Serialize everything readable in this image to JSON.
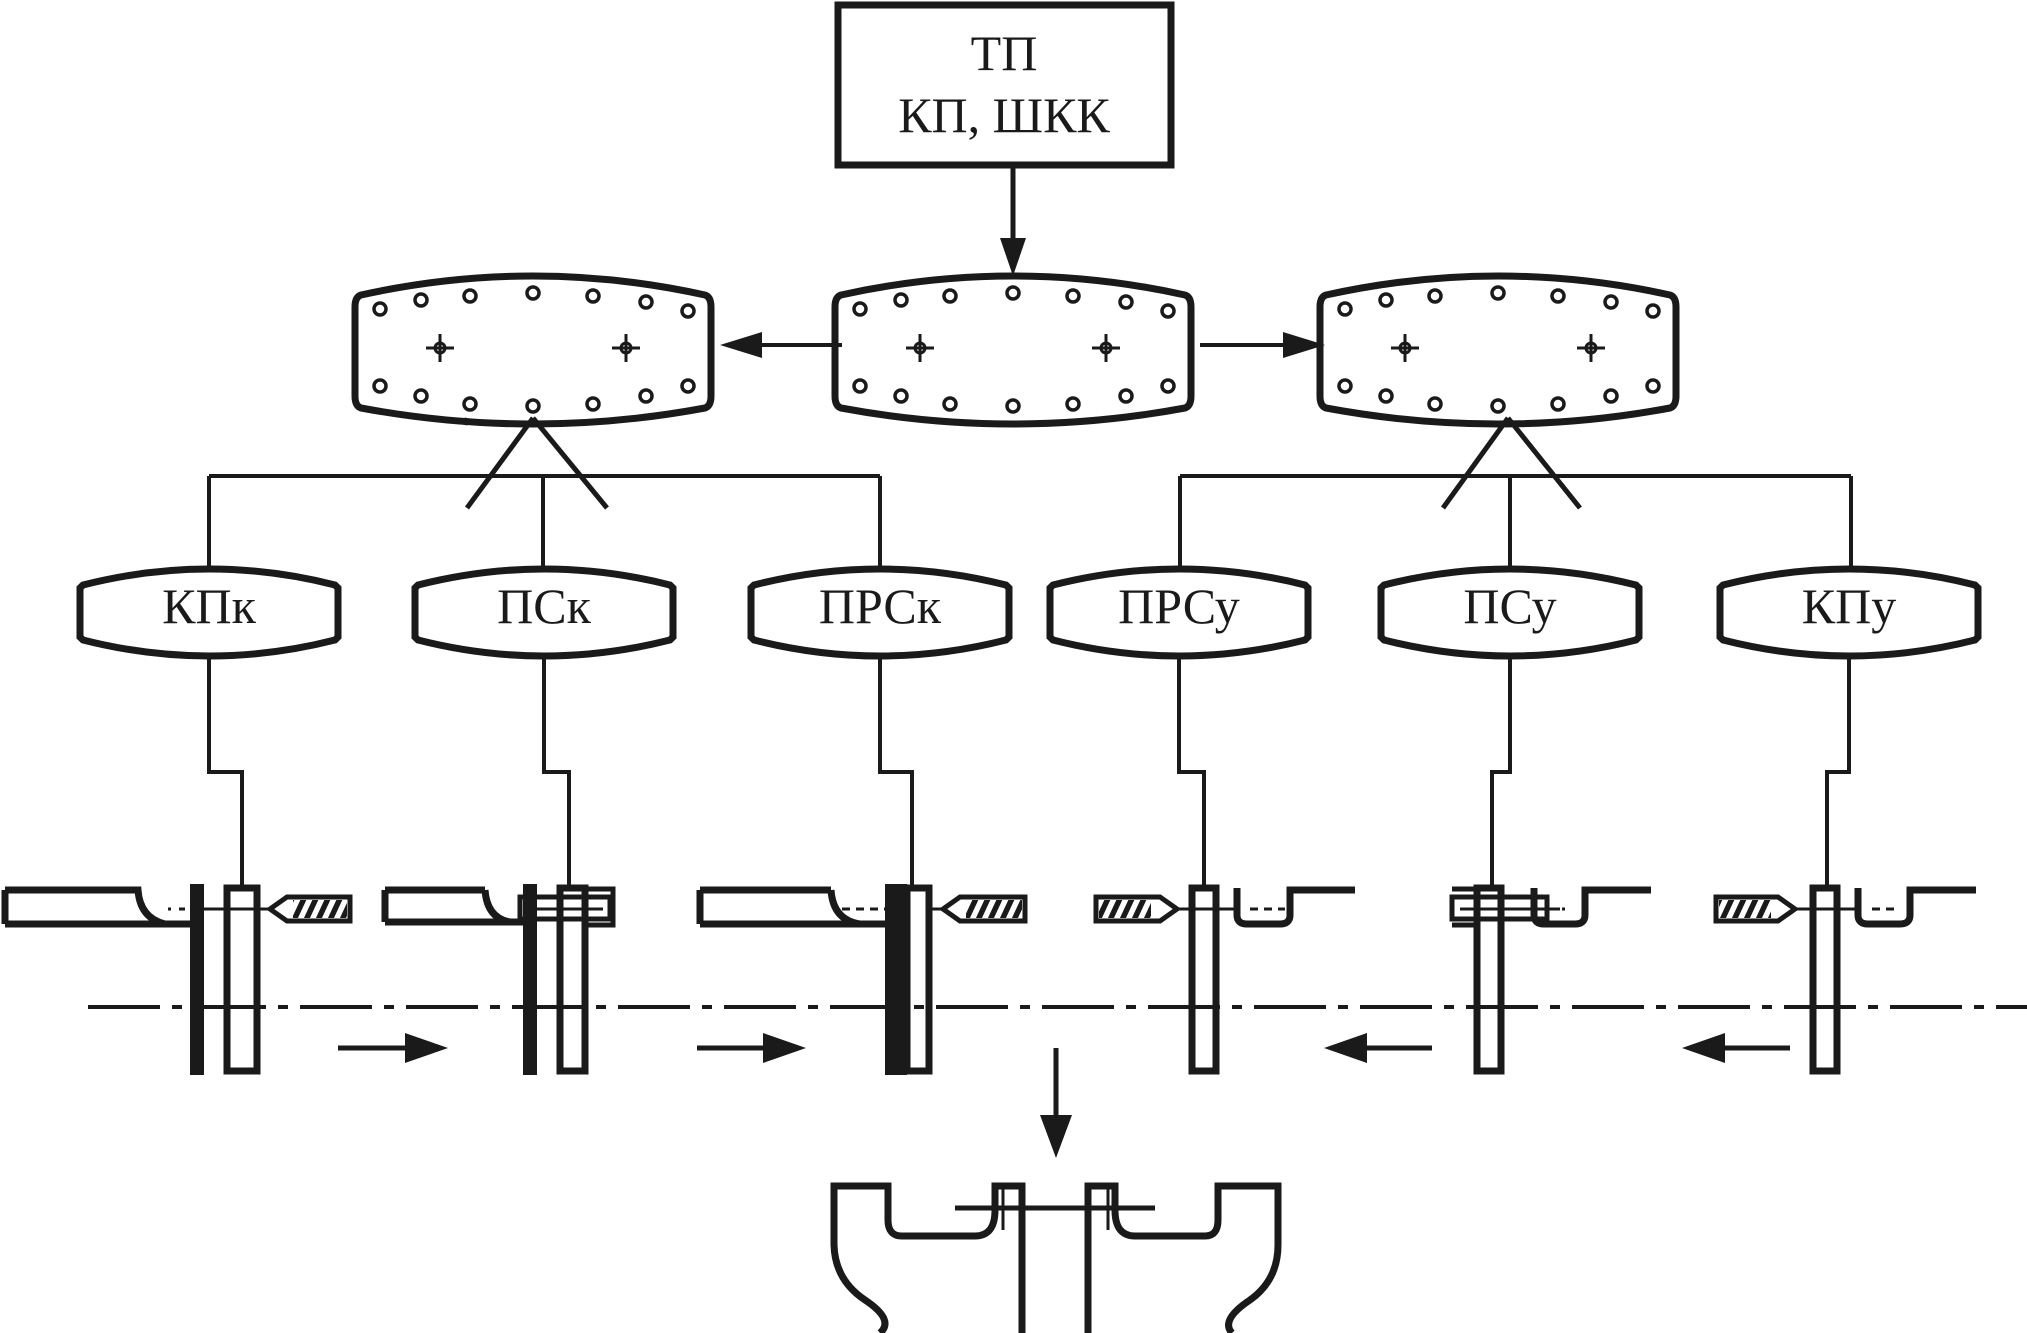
{
  "diagram": {
    "top_block": {
      "line1": "ТП",
      "line2": "КП, ШКК"
    },
    "templates": {
      "left": "template-left",
      "center": "template-center",
      "right": "template-right"
    },
    "operations": [
      {
        "id": "kpk",
        "label": "КПк"
      },
      {
        "id": "psk",
        "label": "ПСк"
      },
      {
        "id": "prsk",
        "label": "ПРСк"
      },
      {
        "id": "prsu",
        "label": "ПРСу"
      },
      {
        "id": "psu",
        "label": "ПСу"
      },
      {
        "id": "kpu",
        "label": "КПу"
      }
    ],
    "assembly_flow": {
      "left_group_direction": "right",
      "right_group_direction": "left",
      "result_direction": "down"
    },
    "colors": {
      "stroke": "#1a1a1a",
      "background": "#ffffff"
    }
  }
}
